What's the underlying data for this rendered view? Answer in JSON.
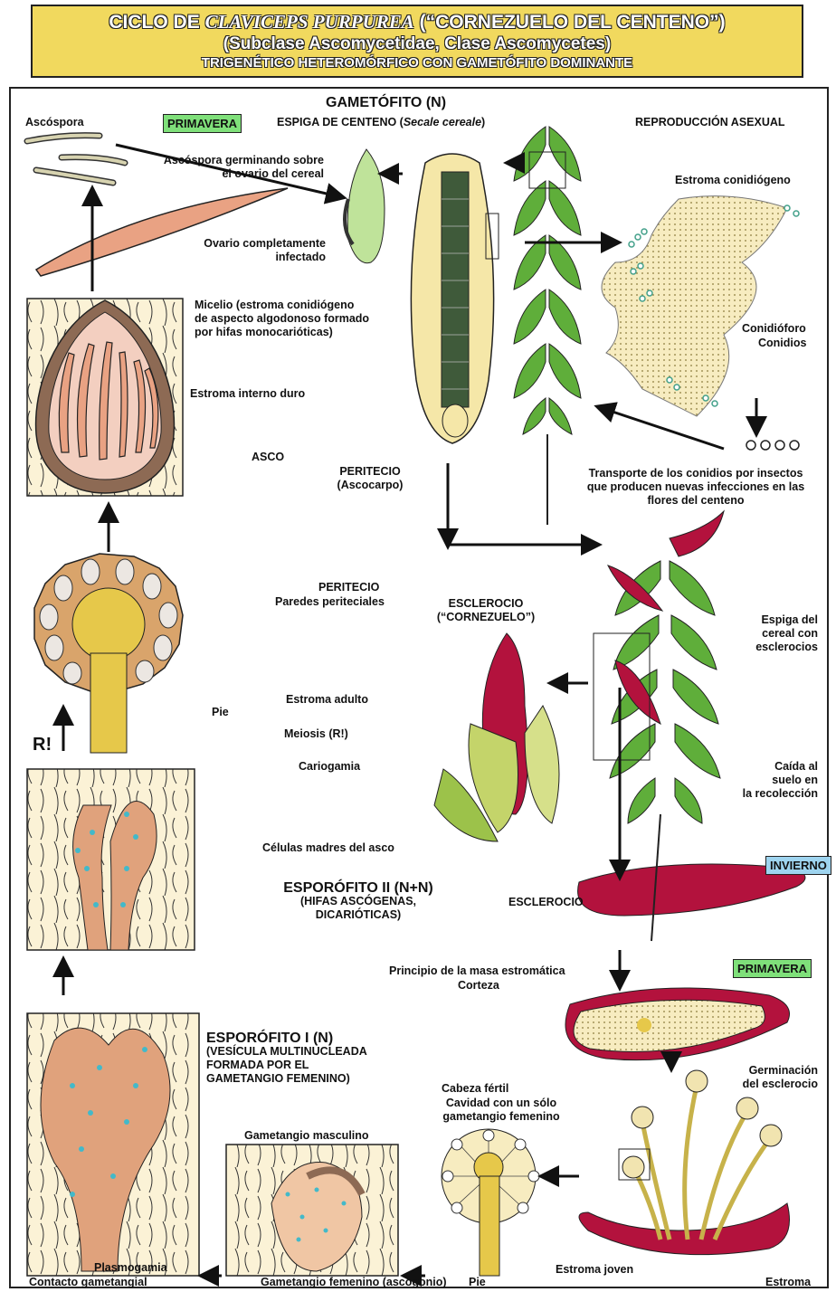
{
  "title": {
    "line1_a": "CICLO DE ",
    "line1_b": "CLAVICEPS PURPUREA",
    "line1_c": " (“CORNEZUELO DEL CENTENO”)",
    "line2": "(Subclase Ascomycetidae, Clase Ascomycetes)",
    "line3": "TRIGENÉTICO HETEROMÓRFICO CON GAMETÓFITO DOMINANTE"
  },
  "labels": {
    "ascospora": "Ascóspora",
    "primavera_top": "PRIMAVERA",
    "gametofito": "GAMETÓFITO (N)",
    "espiga_a": "ESPIGA DE CENTENO (",
    "espiga_b": "Secale cereale",
    "espiga_c": ")",
    "repro_asexual": "REPRODUCCIÓN ASEXUAL",
    "ascospora_germ_1": "Ascóspora germinando sobre",
    "ascospora_germ_2": "el ovario del cereal",
    "estroma_conidiogeno": "Estroma conidiógeno",
    "ovario_1": "Ovario completamente",
    "ovario_2": "infectado",
    "micelio_1": "Micelio (estroma conidiógeno",
    "micelio_2": "de aspecto algodonoso formado",
    "micelio_3": "por hifas monocarióticas)",
    "conidioforo": "Conidióforo",
    "conidios": "Conidios",
    "estroma_interno": "Estroma interno duro",
    "asco": "ASCO",
    "peritecio_1": "PERITECIO",
    "peritecio_2": "(Ascocarpo)",
    "transporte_1": "Transporte de los conidios por insectos",
    "transporte_2": "que producen nuevas infecciones en las",
    "transporte_3": "flores del centeno",
    "peritecio_b": "PERITECIO",
    "paredes": "Paredes periteciales",
    "esclerocio_1": "ESCLEROCIO",
    "esclerocio_2": "(“CORNEZUELO”)",
    "espiga_cereal_1": "Espiga del",
    "espiga_cereal_2": "cereal con",
    "espiga_cereal_3": "esclerocios",
    "pie": "Pie",
    "estroma_adulto": "Estroma adulto",
    "r1": "R!",
    "meiosis": "Meiosis (R!)",
    "cariogamia": "Cariogamia",
    "caida_1": "Caída al",
    "caida_2": "suelo en",
    "caida_3": "la recolección",
    "celulas_madres": "Células madres del asco",
    "invierno": "INVIERNO",
    "esclerocio_w": "ESCLEROCIO",
    "esporofito2_1": "ESPORÓFITO II (N+N)",
    "esporofito2_2": "(HIFAS ASCÓGENAS,",
    "esporofito2_3": "DICARIÓTICAS)",
    "principio": "Principio de la masa estromática",
    "corteza": "Corteza",
    "primavera_bottom": "PRIMAVERA",
    "esporofito1_1": "ESPORÓFITO I (N)",
    "esporofito1_2": "(VESÍCULA MULTINUCLEADA",
    "esporofito1_3": "FORMADA POR EL",
    "esporofito1_4": "GAMETANGIO FEMENINO)",
    "germinacion_1": "Germinación",
    "germinacion_2": "del esclerocio",
    "cabeza_fertil": "Cabeza fértil",
    "cavidad_1": "Cavidad con un sólo",
    "cavidad_2": "gametangio femenino",
    "gametangio_masc": "Gametangio masculino",
    "plasmogamia": "Plasmogamia",
    "contacto": "Contacto gametangial",
    "gametangio_fem": "Gametangio femenino (ascogonio)",
    "pie_b": "Pie",
    "estroma_joven": "Estroma joven",
    "estroma": "Estroma"
  },
  "colors": {
    "title_bg": "#f1d95e",
    "season_green": "#7fe07a",
    "season_blue": "#9ed4ef",
    "sclerotium": "#b3123d",
    "stroma": "#f5e7a8",
    "hypha": "#e3a27a",
    "ear_green": "#5fae3a"
  }
}
